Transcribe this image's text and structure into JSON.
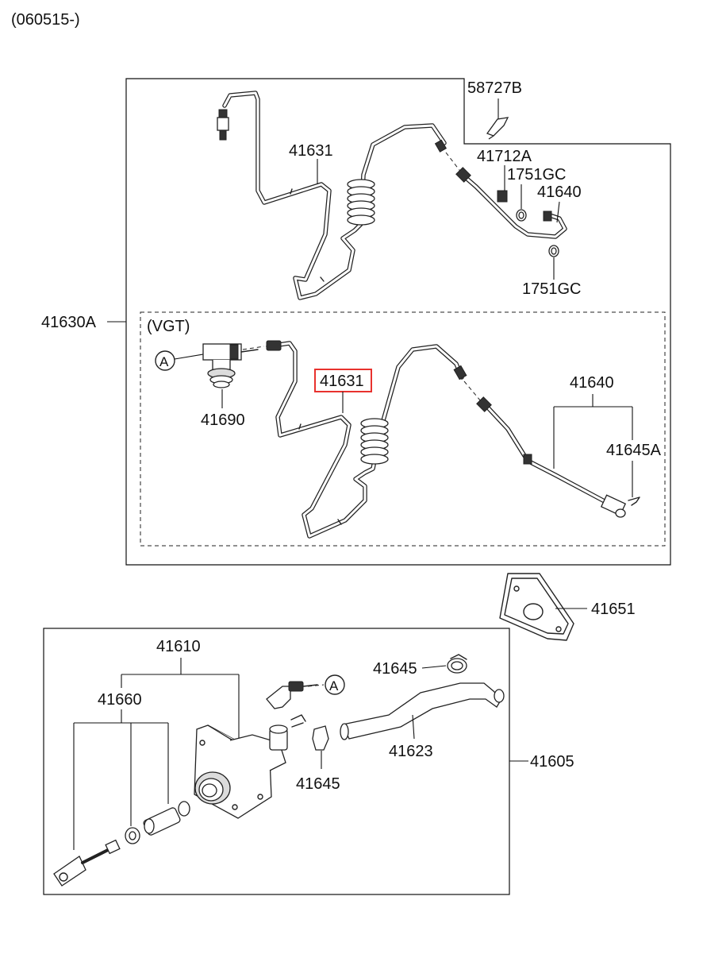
{
  "header": {
    "date_range": "(060515-)"
  },
  "upper_assembly": {
    "labels": {
      "p58727B": "58727B",
      "p41631_top": "41631",
      "p41712A": "41712A",
      "p1751GC_a": "1751GC",
      "p41640_top": "41640",
      "p1751GC_b": "1751GC",
      "p41630A": "41630A"
    },
    "vgt_group": {
      "title": "(VGT)",
      "labels": {
        "ref_a": "A",
        "p41690": "41690",
        "p41631_highlight": "41631",
        "p41640": "41640",
        "p41645A": "41645A"
      }
    }
  },
  "gasket": {
    "label": "41651"
  },
  "lower_assembly": {
    "labels": {
      "p41610": "41610",
      "p41660": "41660",
      "p41645_hose": "41645",
      "p41623": "41623",
      "p41645_clip": "41645",
      "p41605": "41605",
      "ref_a": "A"
    }
  },
  "colors": {
    "highlight": "#e8322e",
    "line": "#222222"
  }
}
